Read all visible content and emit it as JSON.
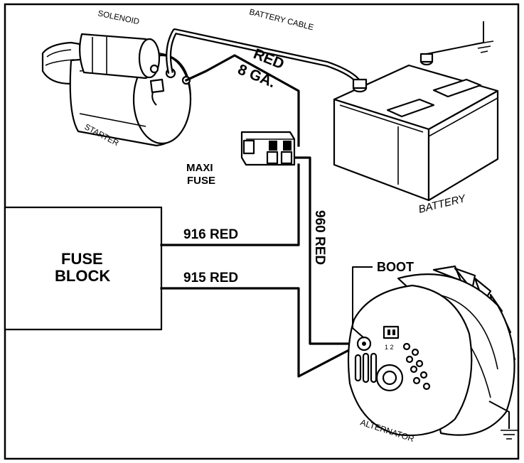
{
  "labels": {
    "solenoid": "SOLENOID",
    "starter": "STARTER",
    "battery_cable": "BATTERY CABLE",
    "red": "RED",
    "gauge": "8 GA.",
    "maxi_fuse_1": "MAXI",
    "maxi_fuse_2": "FUSE",
    "battery": "BATTERY",
    "fuse_block_1": "FUSE",
    "fuse_block_2": "BLOCK",
    "wire_916": "916 RED",
    "wire_915": "915 RED",
    "wire_960": "960 RED",
    "boot": "BOOT",
    "alternator": "ALTERNATOR",
    "terminal_numbers": "1 2"
  }
}
